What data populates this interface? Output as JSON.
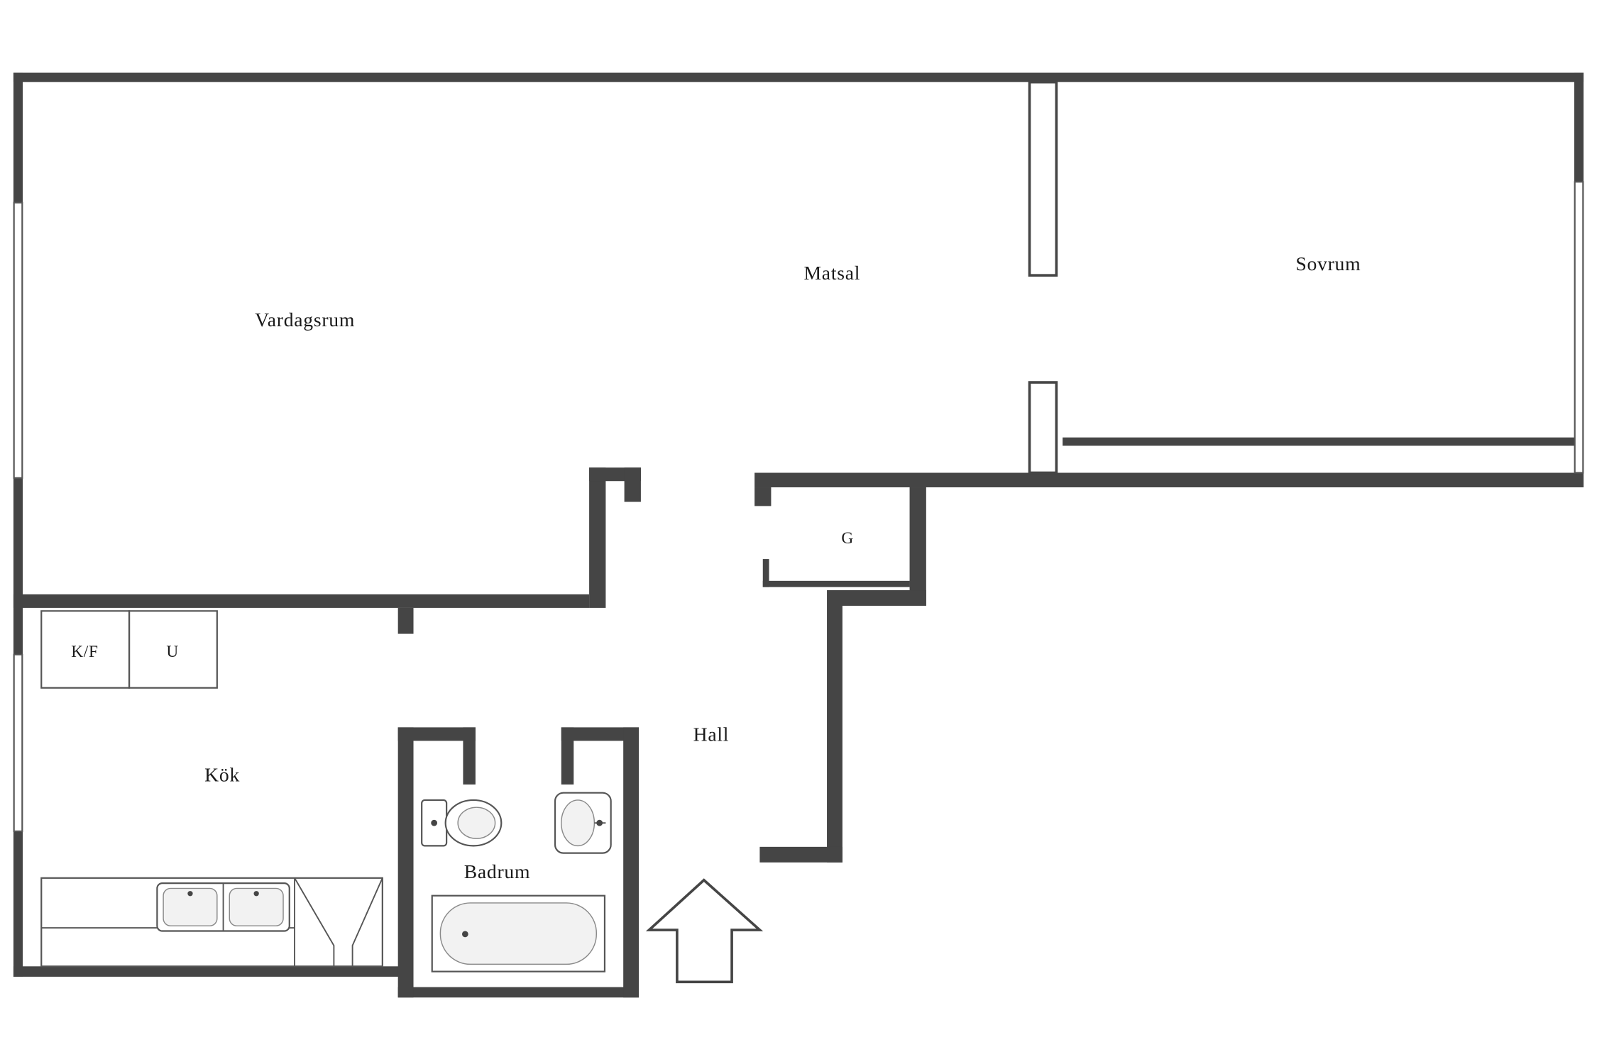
{
  "plan": {
    "type": "apartment-floor-plan",
    "labels": {
      "vardagsrum": "Vardagsrum",
      "matsal": "Matsal",
      "sovrum": "Sovrum",
      "kok": "Kök",
      "hall": "Hall",
      "badrum": "Badrum",
      "closet": "G",
      "fridge_freezer": "K/F",
      "oven": "U"
    },
    "fixtures": [
      "kitchen-counter",
      "kitchen-double-sink",
      "corner-cabinet",
      "toilet",
      "bathroom-sink",
      "bathtub",
      "entrance-arrow",
      "window-left-living",
      "window-left-kitchen",
      "window-right-bedroom"
    ],
    "colors": {
      "wall": "#454545",
      "line": "#555555",
      "text": "#1a1a1a",
      "background": "#ffffff",
      "fixture_fill": "#f2f2f2"
    }
  }
}
